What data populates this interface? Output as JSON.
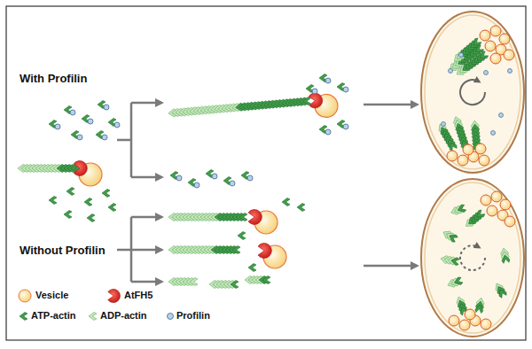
{
  "diagram": {
    "labels": [
      "With Profilin",
      "Without Profilin"
    ],
    "legend": [
      {
        "text": "Vesicle"
      },
      {
        "text": "AtFH5"
      },
      {
        "text": "ATP-actin"
      },
      {
        "text": "ADP-actin"
      },
      {
        "text": "Profilin"
      }
    ]
  }
}
